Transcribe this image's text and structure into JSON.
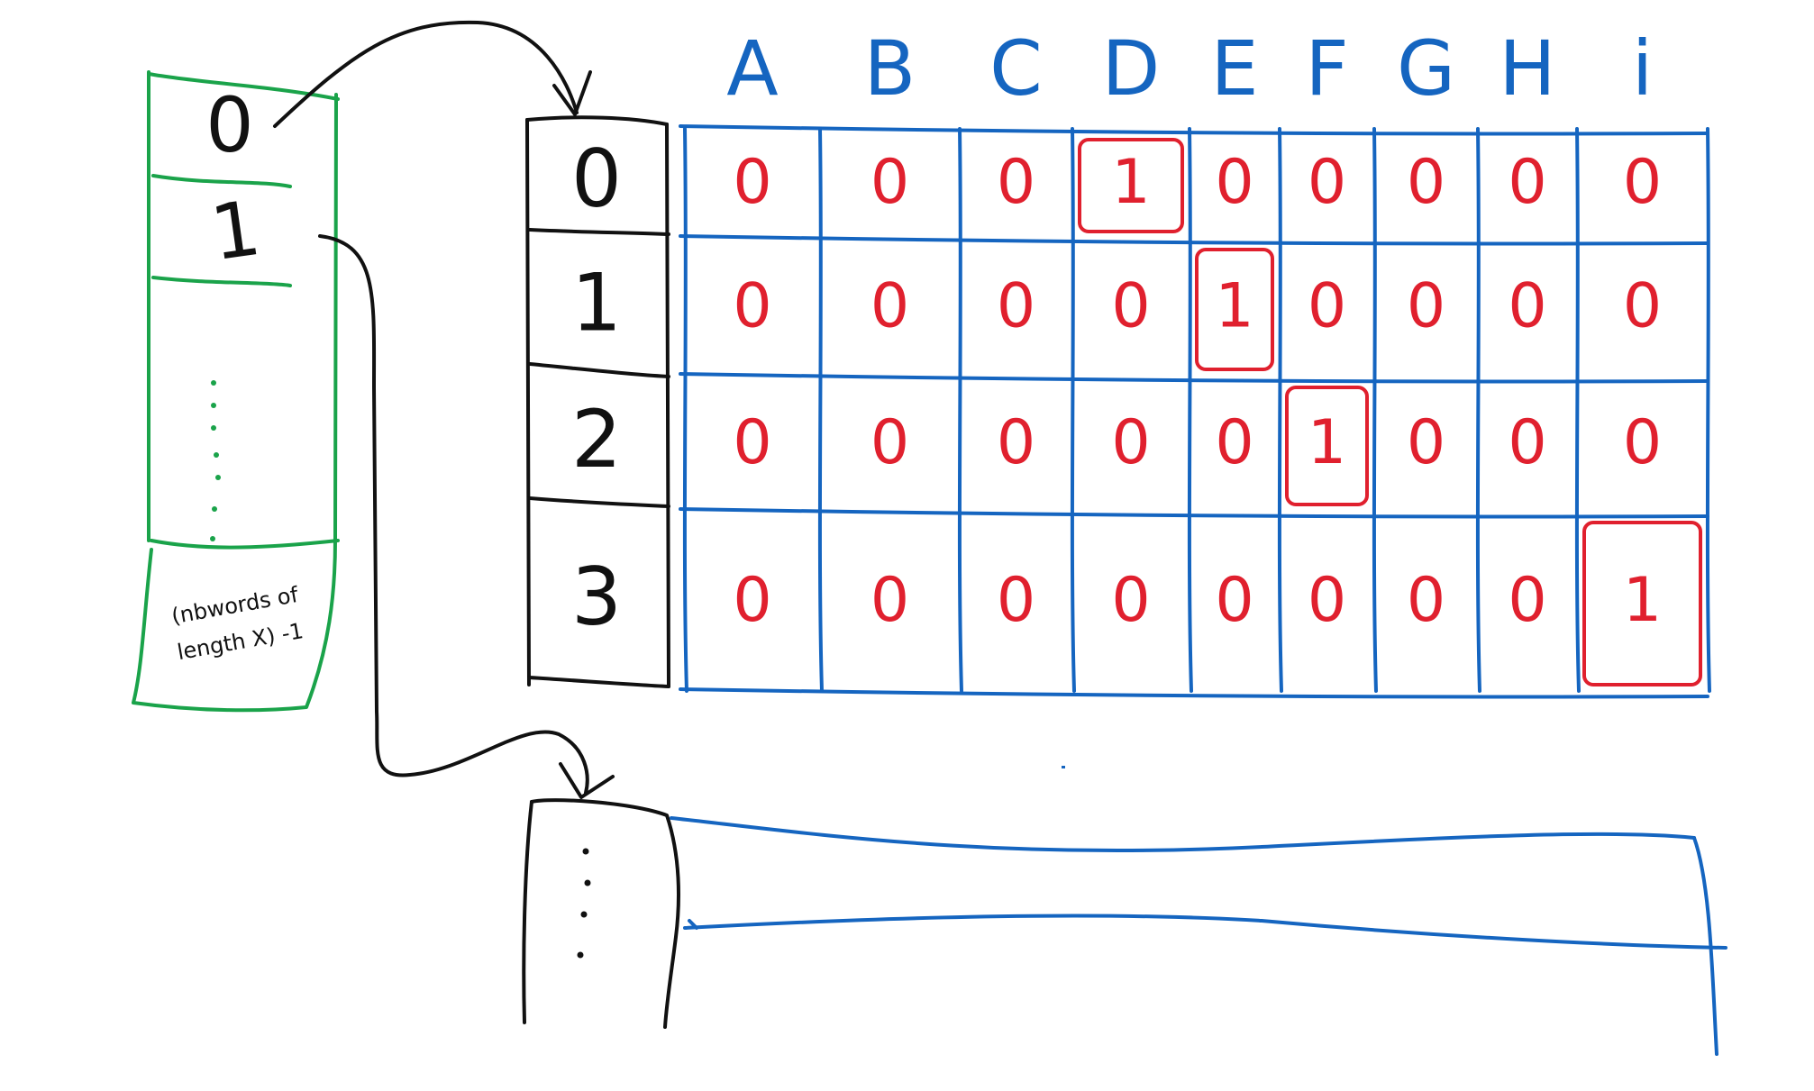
{
  "colors": {
    "green": "#1aa34a",
    "black": "#111111",
    "blue": "#1565c0",
    "red": "#e0202e"
  },
  "left_column": {
    "slots": [
      "0",
      "1"
    ],
    "last_slot_line1": "(nbwords of",
    "last_slot_line2": "length X) -1"
  },
  "index_column": {
    "rows": [
      "0",
      "1",
      "2",
      "3"
    ]
  },
  "matrix": {
    "columns": [
      "A",
      "B",
      "C",
      "D",
      "E",
      "F",
      "G",
      "H",
      "i"
    ],
    "rows": [
      [
        "0",
        "0",
        "0",
        "1",
        "0",
        "0",
        "0",
        "0",
        "0"
      ],
      [
        "0",
        "0",
        "0",
        "0",
        "1",
        "0",
        "0",
        "0",
        "0"
      ],
      [
        "0",
        "0",
        "0",
        "0",
        "0",
        "1",
        "0",
        "0",
        "0"
      ],
      [
        "0",
        "0",
        "0",
        "0",
        "0",
        "0",
        "0",
        "0",
        "1"
      ]
    ],
    "highlighted_cells": [
      [
        0,
        3
      ],
      [
        1,
        4
      ],
      [
        2,
        5
      ],
      [
        3,
        8
      ]
    ]
  }
}
